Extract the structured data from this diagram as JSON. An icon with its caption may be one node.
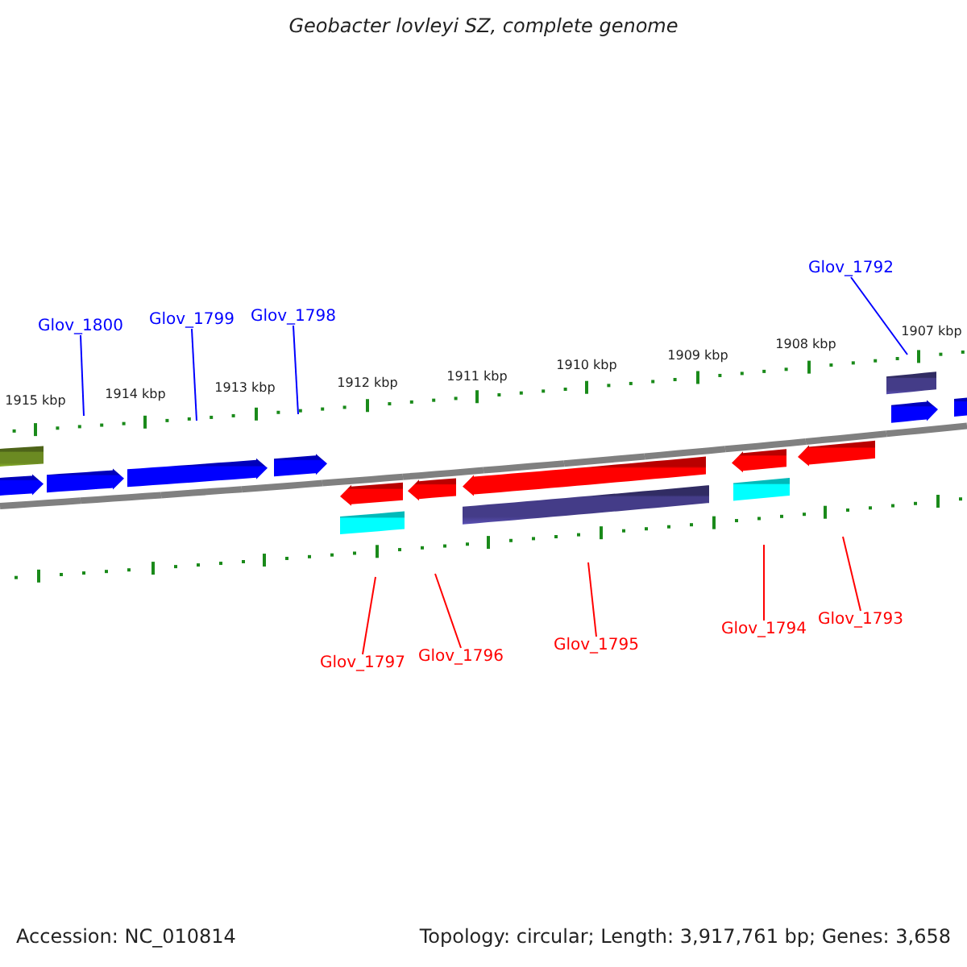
{
  "diagram": {
    "title": "Geobacter lovleyi SZ, complete genome",
    "nodes": [
      {
        "text": [
          "Glov_1792"
        ]
      },
      {
        "text": [
          "Glov_1800"
        ]
      },
      {
        "text": [
          "Glov_1799"
        ]
      },
      {
        "text": [
          "Glov_1798"
        ]
      },
      {
        "text": [
          "Glov_1793"
        ]
      },
      {
        "text": [
          "Glov_1794"
        ]
      },
      {
        "text": [
          "Glov_1795"
        ]
      },
      {
        "text": [
          "Glov_1796"
        ]
      },
      {
        "text": [
          "Glov_1797"
        ]
      }
    ],
    "edges": [
      {
        "from": 0,
        "to": null,
        "arrow": "none",
        "color": "#0000ff"
      },
      {
        "from": 1,
        "to": null,
        "arrow": "none",
        "color": "#0000ff"
      },
      {
        "from": 2,
        "to": null,
        "arrow": "none",
        "color": "#0000ff"
      },
      {
        "from": 3,
        "to": null,
        "arrow": "none",
        "color": "#0000ff"
      },
      {
        "from": 4,
        "to": null,
        "arrow": "none"
      },
      {
        "from": 5,
        "to": null,
        "arrow": "none"
      },
      {
        "from": 6,
        "to": null,
        "arrow": "none"
      },
      {
        "from": 7,
        "to": null,
        "arrow": "none"
      },
      {
        "from": 8,
        "to": null,
        "arrow": "none"
      }
    ],
    "labels": [
      "1907 kbp",
      "1908 kbp",
      "1909 kbp",
      "1910 kbp",
      "1911 kbp",
      "1912 kbp",
      "1913 kbp",
      "1914 kbp",
      "1915 kbp",
      "Accession: NC_010814",
      "Topology: circular; Length: 3,917,761 bp; Genes: 3,658"
    ]
  }
}
